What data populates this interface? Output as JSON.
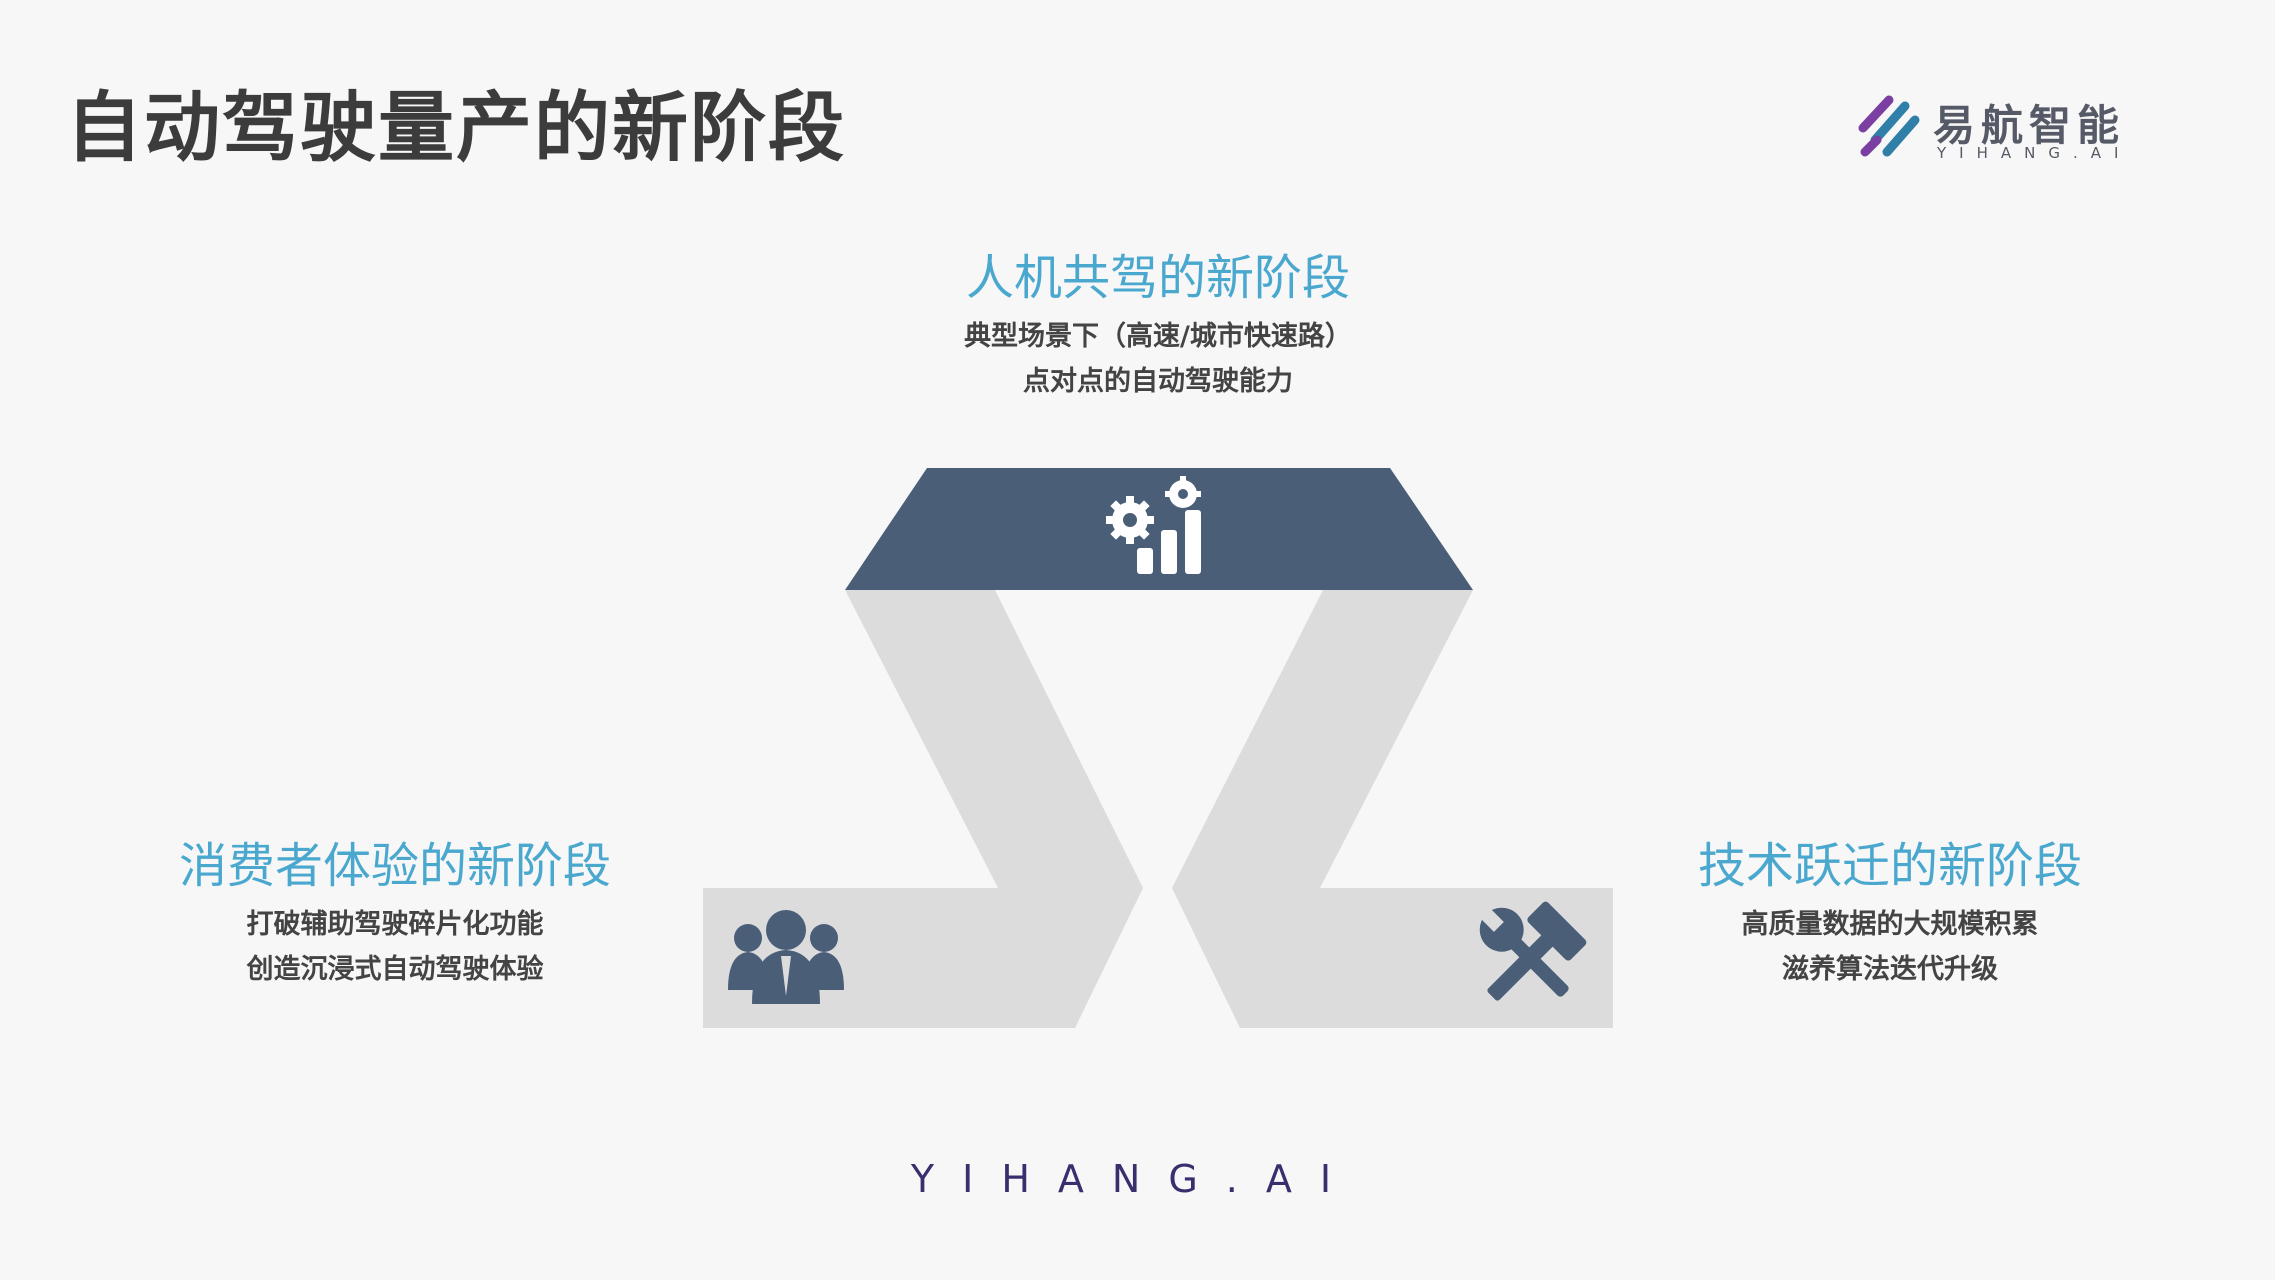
{
  "slide": {
    "title": "自动驾驶量产的新阶段"
  },
  "logo": {
    "name_cn": "易航智能",
    "name_en": "YIHANG.AI"
  },
  "stages": {
    "top": {
      "title": "人机共驾的新阶段",
      "line1": "典型场景下（高速/城市快速路）",
      "line2": "点对点的自动驾驶能力",
      "icon": "gears-chart-icon"
    },
    "left": {
      "title": "消费者体验的新阶段",
      "line1": "打破辅助驾驶碎片化功能",
      "line2": "创造沉浸式自动驾驶体验",
      "icon": "people-group-icon"
    },
    "right": {
      "title": "技术跃迁的新阶段",
      "line1": "高质量数据的大规模积累",
      "line2": "滋养算法迭代升级",
      "icon": "hammer-wrench-icon"
    }
  },
  "footer": {
    "text": "YIHANG.AI"
  },
  "colors": {
    "title": "#3c3c3c",
    "accent_blue": "#4aa8cf",
    "band_gray": "#dcdcdc",
    "top_band": "#4a5e78",
    "footer_purple": "#7a3fa0",
    "footer_blue": "#2f7fa8"
  }
}
